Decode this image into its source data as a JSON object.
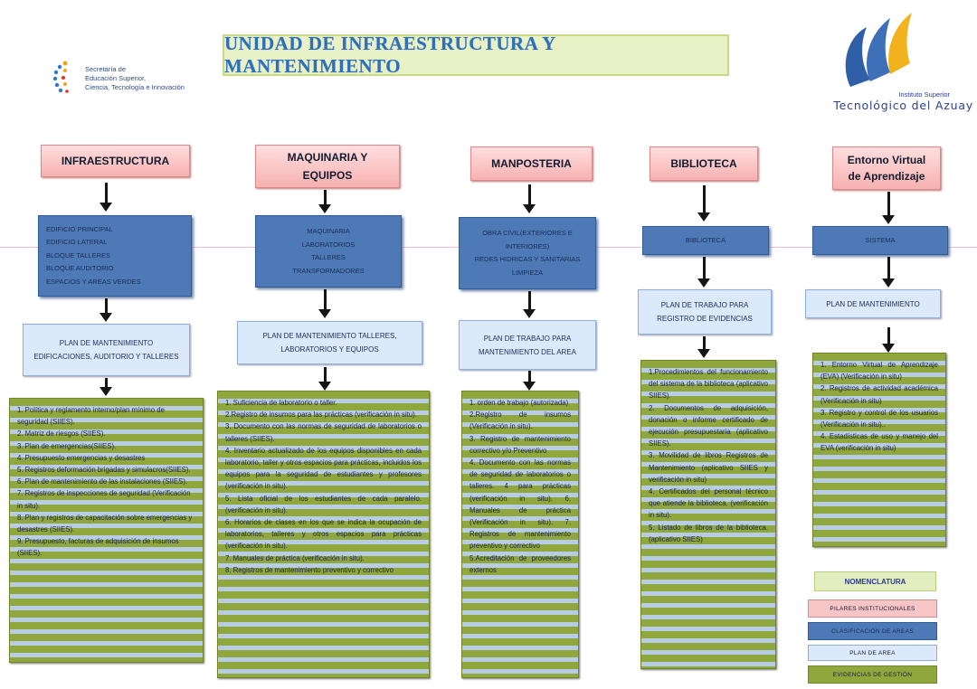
{
  "header": {
    "title": "UNIDAD DE INFRAESTRUCTURA Y MANTENIMIENTO",
    "secretaria": [
      "Secretaría de",
      "Educación Superior,",
      "Ciencia, Tecnología e Innovación"
    ],
    "instituto_sub": "Instituto Superior",
    "instituto_main": "Tecnológico del Azuay"
  },
  "columns": [
    {
      "pillar": "INFRAESTRUCTURA",
      "clasificacion": [
        "EDIFICIO PRINCIPAL",
        "EDIFICIO LATERAL",
        "BLOQUE TALLERES",
        "BLOQUE AUDITORIO",
        "ESPACIOS Y AREAS VERDES"
      ],
      "plan": "PLAN DE MANTENIMIENTO EDIFICACIONES, AUDITORIO Y TALLERES",
      "evidencias": [
        "1. Política y reglamento interno/plan mínimo de seguridad (SIIES).",
        "2. Matriz de riesgos (SIIES).",
        "3. Plan de emergencias(SIIES).",
        "4. Presupuesto emergencias y desastres",
        "5. Registros deformación brigadas y simulacros(SIIES).",
        "6. Plan de mantenimiento de las instalaciones (SIIES).",
        "7. Registros de inspecciones de seguridad (Verificación in situ).",
        "8. Plan y registros de capacitación sobre emergencias y desastres (SIIES).",
        "9. Presupuesto, facturas de adquisición de insumos (SIIES)."
      ]
    },
    {
      "pillar": "MAQUINARIA Y EQUIPOS",
      "clasificacion": [
        "MAQUINARIA",
        "LABORATORIOS",
        "TALLERES",
        "TRANSFORMADORES"
      ],
      "plan": "PLAN DE MANTENIMIENTO TALLERES, LABORATORIOS Y EQUIPOS",
      "evidencias": [
        "1. Suficiencia de laboratorio o taller.",
        "2.Registro de insumos para las prácticas (verificación in situ).",
        "3. Documento con las normas de seguridad de laboratorios o talleres (SIIES).",
        "4. Inventario actualizado de los equipos disponibles en cada laboratorio, taller y otros espacios para prácticas, incluidos los equipos para la seguridad de estudiantes y profesores (verificación in situ).",
        "5. Lista oficial de los estudiantes de cada paralelo. (verificación in situ).",
        "6. Horarios de clases en los que se indica la ocupación de laboratorios, talleres y otros espacios para prácticas (verificación in situ).",
        "7. Manuales de práctica (verificación in situ).",
        "8. Registros de mantenimiento preventivo y correctivo"
      ]
    },
    {
      "pillar": "MANPOSTERIA",
      "clasificacion": [
        "OBRA CIVIL(EXTERIORES E INTERIORES)",
        "REDES HIDRICAS Y SANITARIAS",
        "LIMPIEZA"
      ],
      "plan": "PLAN DE TRABAJO PARA MANTENIMIENTO DEL AREA",
      "evidencias": [
        "1. orden de trabajo (autorizada)",
        "2.Registro de insumos (Verificación in situ).",
        "3. Registro de mantenimiento correctivo y/o Preventivo",
        "4. Documento con las normas de seguridad de laboratorios o talleres. 4 para prácticas (verificación in situ). 6. Manuales de práctica (Verificación in situ). 7. Registros de mantenimiento preventivo y correctivo",
        "5.Acreditación de proveedores externos"
      ]
    },
    {
      "pillar": "BIBLIOTECA",
      "clasificacion": [
        "BIBLIOTECA"
      ],
      "plan": "PLAN DE TRABAJO PARA REGISTRO DE EVIDENCIAS",
      "evidencias": [
        "1.Procedimientos del funcionamiento del sistema de la biblioteca (aplicativo SIIES).",
        "2. Documentos de adquisición, donación o informe certificado de ejecución presupuestaria (aplicativo SIIES).",
        "3. Movilidad de libros Registros de Mantenimiento (aplicativo SIIES y verificación in situ)",
        "4. Certificados del personal técnico que atiende la biblioteca. (verificación in situ).",
        "5. Listado de libros de la biblioteca. (aplicativo SIIES)"
      ]
    },
    {
      "pillar": "Entorno Virtual de Aprendizaje",
      "clasificacion": [
        "SISTEMA"
      ],
      "plan": "PLAN DE MANTENIMIENTO",
      "evidencias": [
        "1. Entorno Virtual de Aprendizaje (EVA) (Verificación in situ)",
        "2. Registros de actividad académica (Verificación in situ)",
        "3. Registro y control de los usuarios (Verificación in situ)..",
        "4. Estadísticas de uso y manejo del EVA (verificación in situ)"
      ]
    }
  ],
  "legend": {
    "title": "NOMENCLATURA",
    "items": [
      "PILARES INSTITUCIONALES",
      "CLASIFICACIÓN DE AREAS",
      "PLAN DE AREA",
      "EVIDENCIAS DE GESTIÓN"
    ]
  }
}
